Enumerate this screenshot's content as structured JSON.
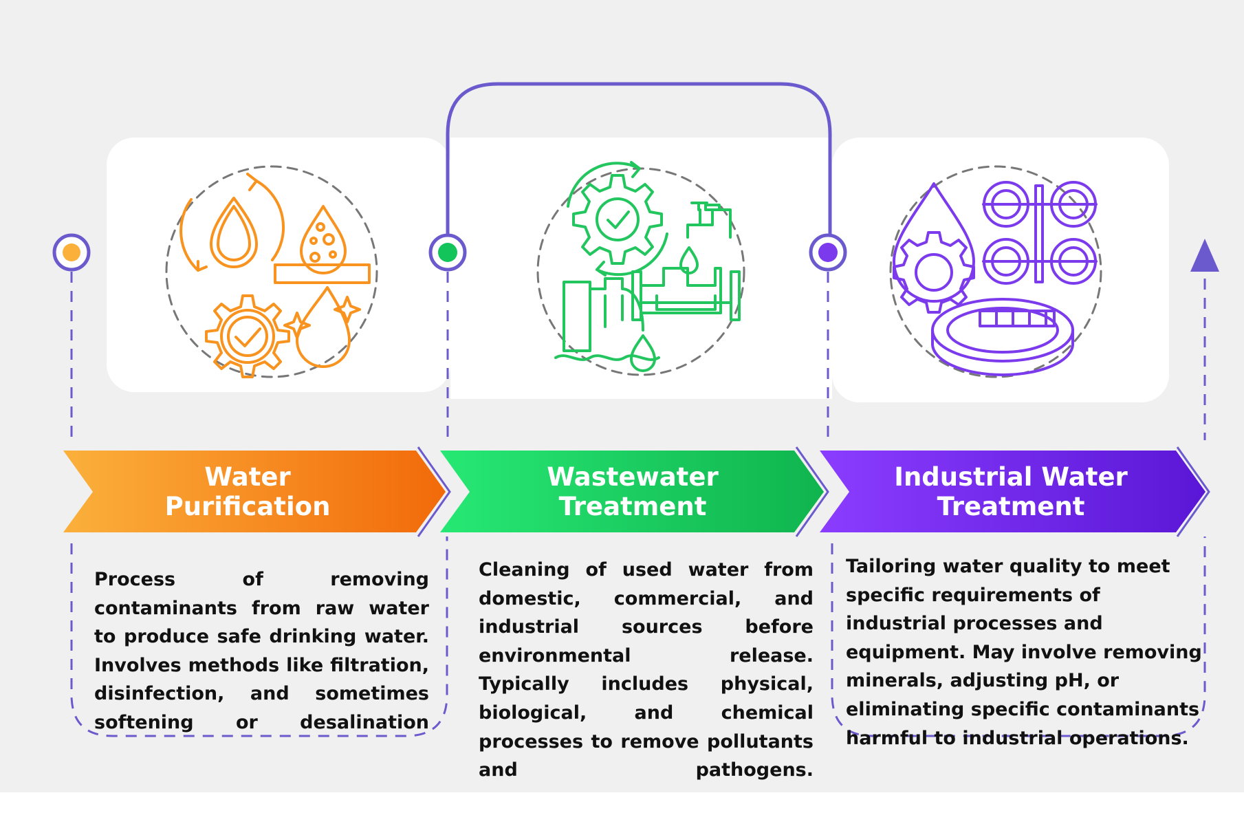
{
  "steps": [
    {
      "title_line1": "Water",
      "title_line2": "Purification",
      "description": "Process of removing contaminants from raw water to produce safe drinking water.  Involves methods like filtration, disinfection, and sometimes softening or desalination",
      "icon": "water-purification-icon",
      "color": "#f7931e"
    },
    {
      "title_line1": "Wastewater",
      "title_line2": "Treatment",
      "description": "Cleaning of used water from domestic, commercial, and industrial sources before environmental release. Typically includes physical, biological, and chemical processes to remove pollutants and pathogens.",
      "icon": "wastewater-treatment-icon",
      "color": "#22c55e"
    },
    {
      "title_line1": "Industrial Water",
      "title_line2": "Treatment",
      "description": "Tailoring water quality to meet specific requirements of industrial processes and equipment. May involve removing minerals, adjusting pH, or eliminating specific contaminants harmful to industrial operations.",
      "icon": "industrial-water-treatment-icon",
      "color": "#7c3aed"
    }
  ],
  "colors": {
    "orange": "#f7931e",
    "green": "#1fd16a",
    "purple": "#7c3aed",
    "connector": "#6a5acd",
    "text": "#111111"
  }
}
